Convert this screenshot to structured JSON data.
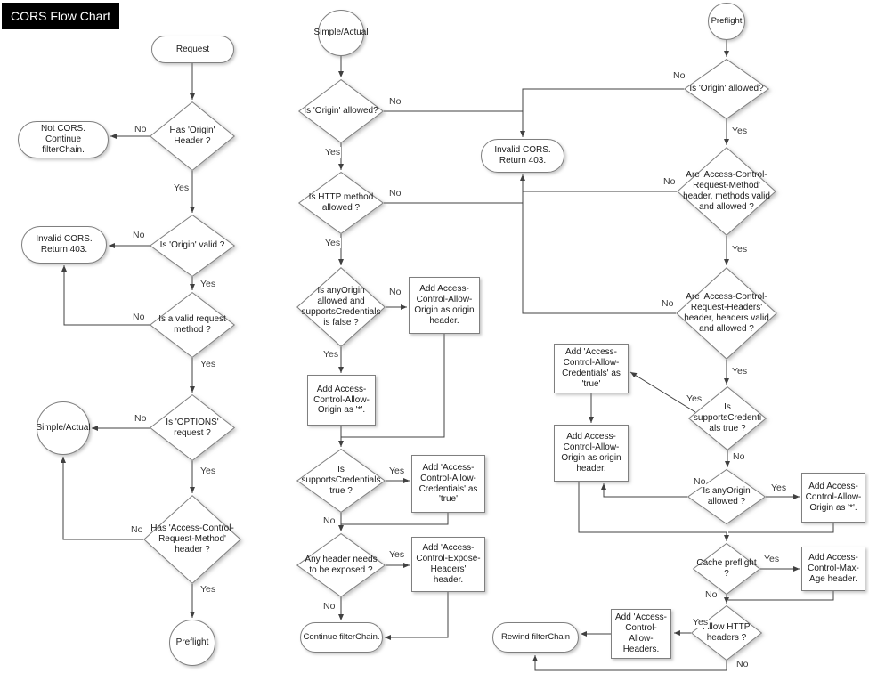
{
  "title": "CORS Flow Chart",
  "edge": {
    "yes": "Yes",
    "no": "No"
  },
  "left": {
    "request": "Request",
    "has_origin_header": "Has 'Origin' Header ?",
    "not_cors": "Not CORS. Continue filterChain.",
    "origin_valid": "Is 'Origin' valid ?",
    "invalid_cors": "Invalid CORS. Return 403.",
    "valid_method": "Is a valid request method ?",
    "simple_actual": "Simple/Actual",
    "options_request": "Is 'OPTIONS' request ?",
    "has_acrm": "Has 'Access-Control-Request-Method' header ?",
    "preflight": "Preflight"
  },
  "middle": {
    "simple_actual": "Simple/Actual",
    "origin_allowed": "Is 'Origin' allowed?",
    "invalid_cors": "Invalid CORS. Return 403.",
    "http_method_allowed": "Is HTTP method allowed ?",
    "anyorigin_supports": "Is anyOrigin allowed and supportsCredentials is false ?",
    "acao_origin": "Add Access-Control-Allow-Origin as origin header.",
    "acao_star": "Add Access-Control-Allow-Origin as '*'.",
    "supports_credentials": "Is supportsCredentials true ?",
    "acac_true": "Add 'Access-Control-Allow-Credentials' as 'true'",
    "header_exposed": "Any header needs to be exposed ?",
    "expose_headers": "Add 'Access-Control-Expose-Headers' header.",
    "continue_chain": "Continue filterChain."
  },
  "right": {
    "preflight": "Preflight",
    "origin_allowed": "Is 'Origin' allowed?",
    "acrm_valid": "Are 'Access-Control-Request-Method' header, methods valid and allowed ?",
    "acrh_valid": "Are 'Access-Control-Request-Headers' header, headers valid and allowed ?",
    "supports_credentials": "Is supportsCredentials true ?",
    "acac_true": "Add 'Access-Control-Allow-Credentials' as 'true'",
    "acao_origin": "Add Access-Control-Allow-Origin as origin header.",
    "anyorigin_allowed": "Is anyOrigin allowed ?",
    "acao_star": "Add Access-Control-Allow-Origin as '*'.",
    "cache_preflight": "Cache preflight ?",
    "max_age": "Add Access-Control-Max-Age header.",
    "allow_http_headers": "Allow HTTP headers ?",
    "acah_header": "Add 'Access-Control-Allow-Headers.",
    "rewind_chain": "Rewind filterChain"
  }
}
